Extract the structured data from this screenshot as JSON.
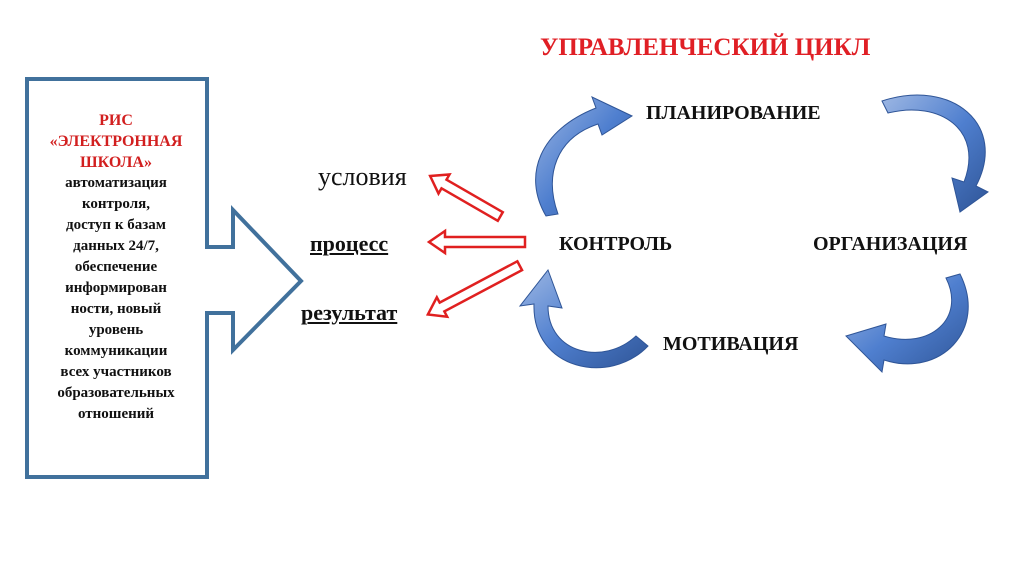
{
  "title": "УПРАВЛЕНЧЕСКИЙ ЦИКЛ",
  "box": {
    "heading_line1": "РИС",
    "heading_line2": "«ЭЛЕКТРОННАЯ",
    "heading_line3": "ШКОЛА»",
    "lines": [
      "автоматизация",
      "контроля,",
      "доступ к базам",
      "данных 24/7,",
      "обеспечение",
      "информирован",
      "ности, новый",
      "уровень",
      "коммуникации",
      "всех участников",
      "образовательных",
      "отношений"
    ]
  },
  "outputs": {
    "conditions": "условия",
    "process": "процесс",
    "result": "результат"
  },
  "cycle": {
    "planning": "ПЛАНИРОВАНИЕ",
    "organization": "ОРГАНИЗАЦИЯ",
    "motivation": "МОТИВАЦИЯ",
    "control": "КОНТРОЛЬ"
  },
  "colors": {
    "title": "#e01f25",
    "box_border": "#41719c",
    "arrow_red": "#e02020",
    "cycle_blue": "#4472c4"
  }
}
